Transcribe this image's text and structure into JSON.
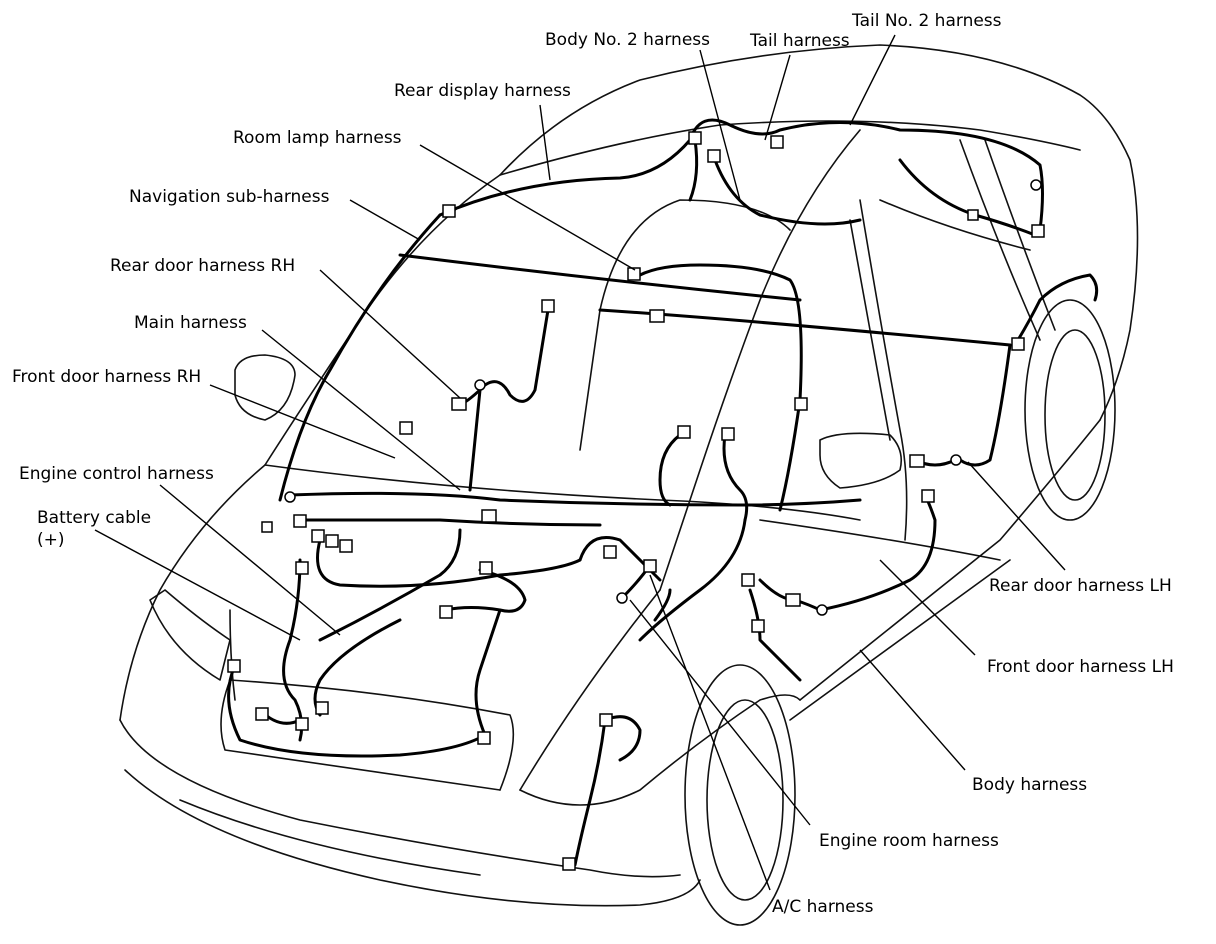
{
  "colors": {
    "line": "#000000",
    "background": "#ffffff"
  },
  "labels": {
    "tail_no2_harness": "Tail No. 2 harness",
    "body_no2_harness": "Body No. 2 harness",
    "tail_harness": "Tail harness",
    "rear_display_harness": "Rear display harness",
    "room_lamp_harness": "Room lamp harness",
    "navigation_sub_harness": "Navigation sub-harness",
    "rear_door_harness_rh": "Rear door harness RH",
    "main_harness": "Main harness",
    "front_door_harness_rh": "Front door harness RH",
    "engine_control_harness": "Engine control harness",
    "battery_cable_line1": "Battery cable",
    "battery_cable_line2": "(+)",
    "rear_door_harness_lh": "Rear door harness LH",
    "front_door_harness_lh": "Front door harness LH",
    "body_harness": "Body harness",
    "engine_room_harness": "Engine room harness",
    "ac_harness": "A/C harness"
  }
}
